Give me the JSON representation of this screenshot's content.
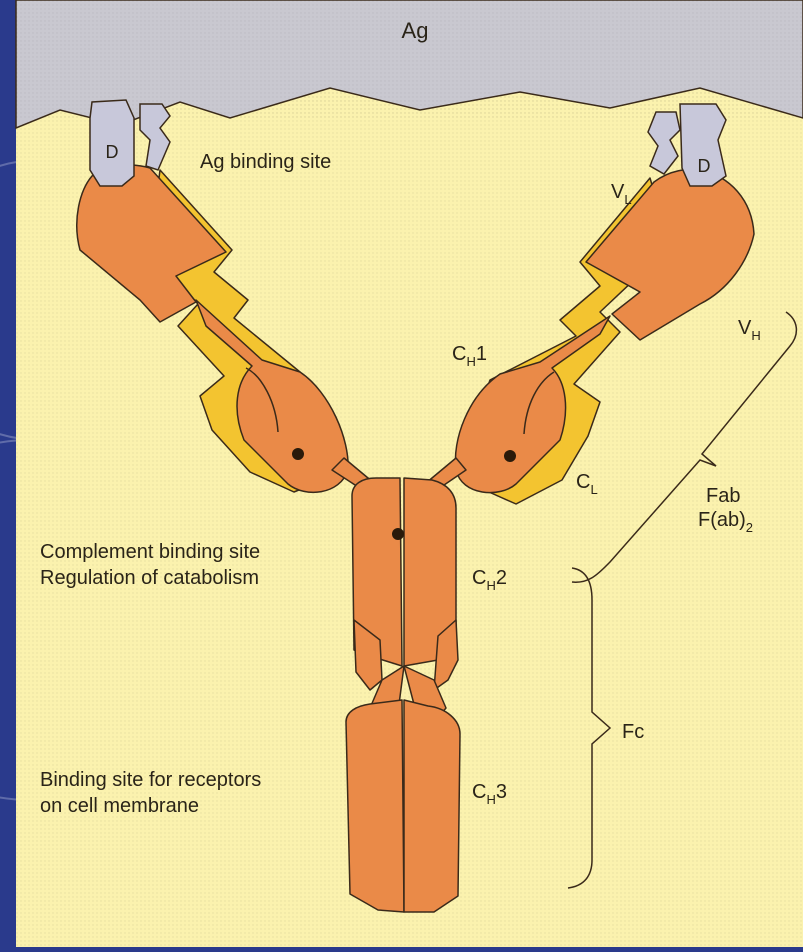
{
  "colors": {
    "background": "#2a3a8c",
    "panel": "#fbf2ae",
    "antigen": "#c9c8d0",
    "heavy_chain": "#ea8a48",
    "light_chain": "#f3c430",
    "domain_piece": "#c8c8da",
    "line": "#3a2a1a"
  },
  "diagram": {
    "antigen_label": "Ag",
    "domain_left": "D",
    "domain_right": "D",
    "ag_binding_site": "Ag binding site",
    "vl": {
      "base": "V",
      "sub": "L"
    },
    "vh": {
      "base": "V",
      "sub": "H"
    },
    "ch1": {
      "base": "C",
      "sub": "H",
      "tail": "1"
    },
    "cl": {
      "base": "C",
      "sub": "L"
    },
    "ch2": {
      "base": "C",
      "sub": "H",
      "tail": "2"
    },
    "ch3": {
      "base": "C",
      "sub": "H",
      "tail": "3"
    },
    "fab": "Fab",
    "fab2": {
      "base": "F(ab)",
      "sub": "2"
    },
    "fc": "Fc",
    "complement_line1": "Complement binding site",
    "complement_line2": "Regulation of catabolism",
    "receptor_line1": "Binding site for receptors",
    "receptor_line2": "on cell membrane"
  }
}
